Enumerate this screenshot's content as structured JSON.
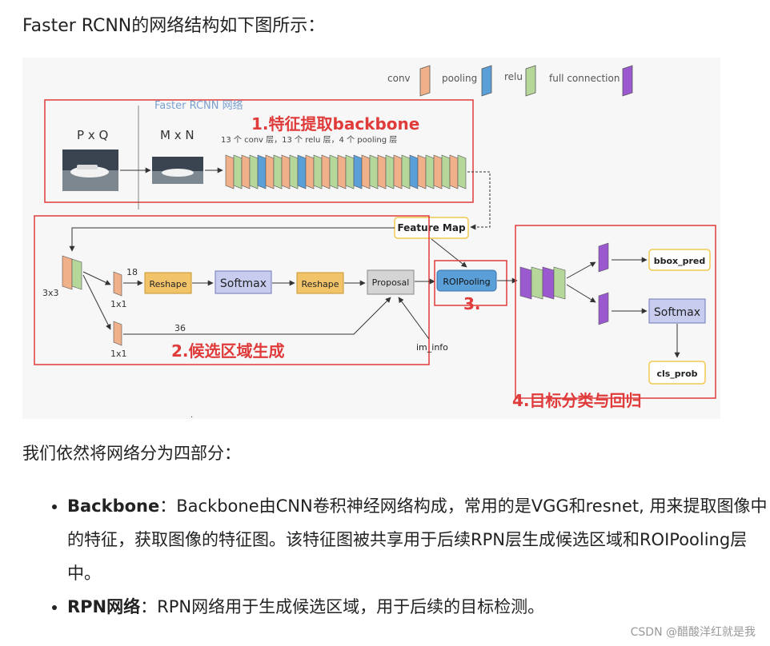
{
  "heading": "Faster RCNN的网络结构如下图所示：",
  "figure": {
    "legend": {
      "conv": "conv",
      "pooling": "pooling",
      "relu": "relu",
      "fc": "full connection"
    },
    "subtitle": "Faster RCNN 网络",
    "pq": "P x Q",
    "mn": "M x N",
    "layers_note": "13 个 conv 层，13 个 relu 层，4 个 pooling 层",
    "sec1": "1.特征提取backbone",
    "sec2": "2.候选区域生成",
    "sec3": "3.",
    "sec4": "4.目标分类与回归",
    "feature_map": "Feature Map",
    "k3x3": "3x3",
    "k1x1a": "1x1",
    "k1x1b": "1x1",
    "n18": "18",
    "n36": "36",
    "reshape1": "Reshape",
    "softmax1": "Softmax",
    "reshape2": "Reshape",
    "proposal": "Proposal",
    "roipooling": "ROIPooling",
    "im_info": "im_info",
    "bbox_pred": "bbox_pred",
    "softmax2": "Softmax",
    "cls_prob": "cls_prob",
    "dot": "."
  },
  "para": "我们依然将网络分为四部分：",
  "bullets": [
    {
      "term": "Backbone",
      "text": "：Backbone由CNN卷积神经网络构成，常用的是VGG和resnet, 用来提取图像中的特征，获取图像的特征图。该特征图被共享用于后续RPN层生成候选区域和ROIPooling层中。"
    },
    {
      "term": "RPN网络",
      "text": "：RPN网络用于生成候选区域，用于后续的目标检测。"
    }
  ],
  "watermark": "CSDN @醋酸洋红就是我",
  "colors": {
    "conv": "#f0b08a",
    "pooling": "#5b9fd8",
    "relu": "#b5d89a",
    "fc": "#9b59d0",
    "red": "#e03b3b",
    "yellow": "#f0c850"
  }
}
